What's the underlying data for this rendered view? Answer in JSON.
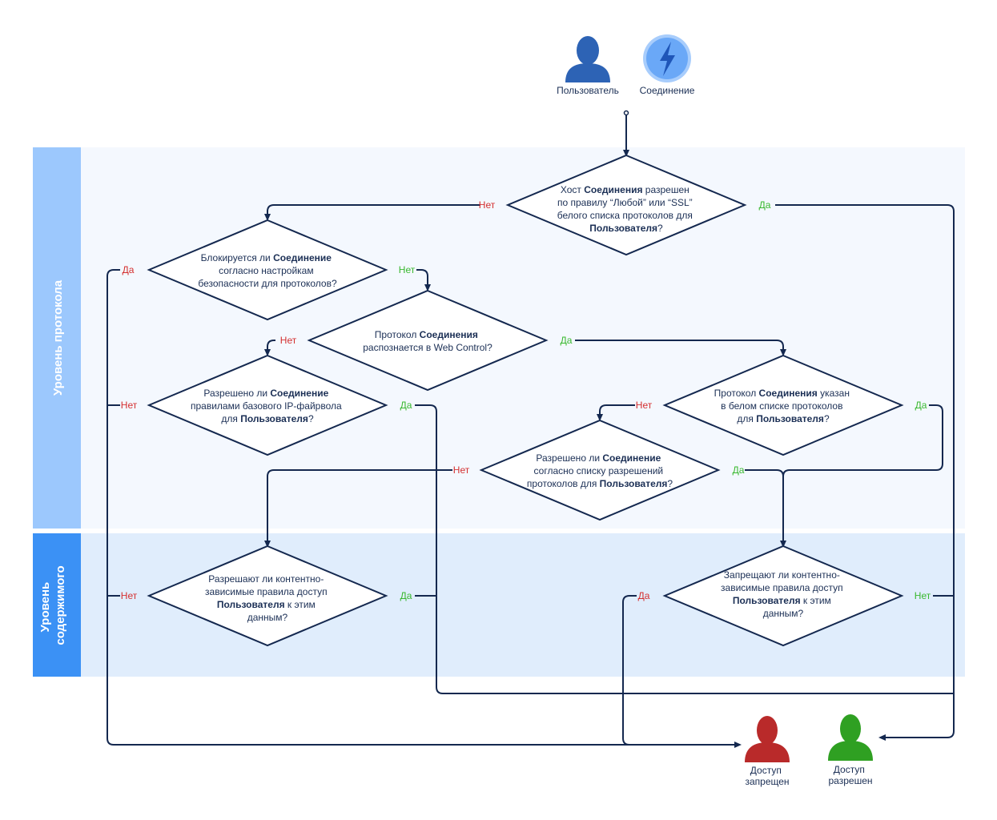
{
  "lanes": {
    "protocol": "Уровень протокола",
    "content_line1": "Уровень",
    "content_line2": "содержимого"
  },
  "actors": {
    "user": "Пользователь",
    "connection": "Соединение",
    "denied_line1": "Доступ",
    "denied_line2": "запрещен",
    "allowed_line1": "Доступ",
    "allowed_line2": "разрешен"
  },
  "labels": {
    "yes": "Да",
    "no": "Нет"
  },
  "colors": {
    "lane_protocol": "#9cc8fd",
    "lane_content": "#3b91f5",
    "band_protocol": "#f4f8fe",
    "band_content": "#e0edfc",
    "line": "#14284f",
    "yes": "#38b82e",
    "no": "#d42f2f",
    "user_icon": "#2d63b5",
    "denied_icon": "#b92a2a",
    "allowed_icon": "#2fa022"
  },
  "decisions": {
    "d1": {
      "l1a": "Хост ",
      "l1b": "Соединения",
      "l1c": " разрешен",
      "l2": "по правилу “Любой” или “SSL”",
      "l3": "белого списка протоколов для",
      "l4a": "Пользователя",
      "l4b": "?"
    },
    "d2": {
      "l1a": "Блокируется ли ",
      "l1b": "Соединение",
      "l2": "согласно настройкам",
      "l3": "безопасности для протоколов?"
    },
    "d3": {
      "l1a": "Протокол ",
      "l1b": "Соединения",
      "l2": "распознается в Web Control?"
    },
    "d4": {
      "l1a": "Разрешено ли ",
      "l1b": "Соединение",
      "l2": "правилами базового IP-файрвола",
      "l3a": "для ",
      "l3b": "Пользователя",
      "l3c": "?"
    },
    "d5": {
      "l1a": "Протокол ",
      "l1b": "Соединения",
      "l1c": " указан",
      "l2": "в белом списке протоколов",
      "l3a": "для ",
      "l3b": "Пользователя",
      "l3c": "?"
    },
    "d6": {
      "l1a": "Разрешено ли ",
      "l1b": "Соединение",
      "l2": "согласно списку разрешений",
      "l3a": "протоколов для ",
      "l3b": "Пользователя",
      "l3c": "?"
    },
    "d7": {
      "l1": "Разрешают ли контентно-",
      "l2": "зависимые правила доступ",
      "l3a": "Пользователя",
      "l3b": " к этим",
      "l4": "данным?"
    },
    "d8": {
      "l1": "Запрещают ли контентно-",
      "l2": "зависимые правила доступ",
      "l3a": "Пользователя",
      "l3b": " к этим",
      "l4": "данным?"
    }
  }
}
